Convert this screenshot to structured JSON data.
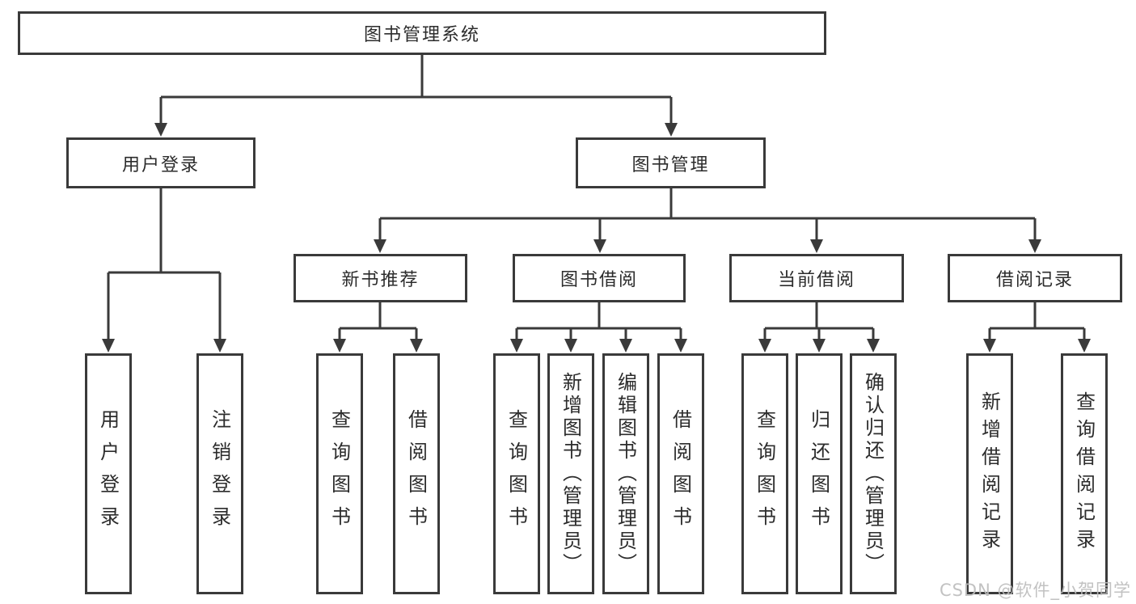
{
  "diagram": {
    "root": "图书管理系统",
    "level2": {
      "user_login": "用户登录",
      "book_mgmt": "图书管理"
    },
    "level3": {
      "new_books": "新书推荐",
      "borrow": "图书借阅",
      "current": "当前借阅",
      "records": "借阅记录"
    },
    "leaves": {
      "user_login": [
        "用户登录",
        "注销登录"
      ],
      "new_books": [
        "查询图书",
        "借阅图书"
      ],
      "borrow": [
        "查询图书",
        "新增图书（管理员）",
        "编辑图书（管理员）",
        "借阅图书"
      ],
      "current": [
        "查询图书",
        "归还图书",
        "确认归还（管理员）"
      ],
      "records": [
        "新增借阅记录",
        "查询借阅记录"
      ]
    }
  },
  "colors": {
    "line": "#3a3a3a",
    "text": "#2c2c2c",
    "watermark": "#bdbdbd",
    "background": "#ffffff"
  },
  "watermark": "CSDN @软件_小贺同学"
}
